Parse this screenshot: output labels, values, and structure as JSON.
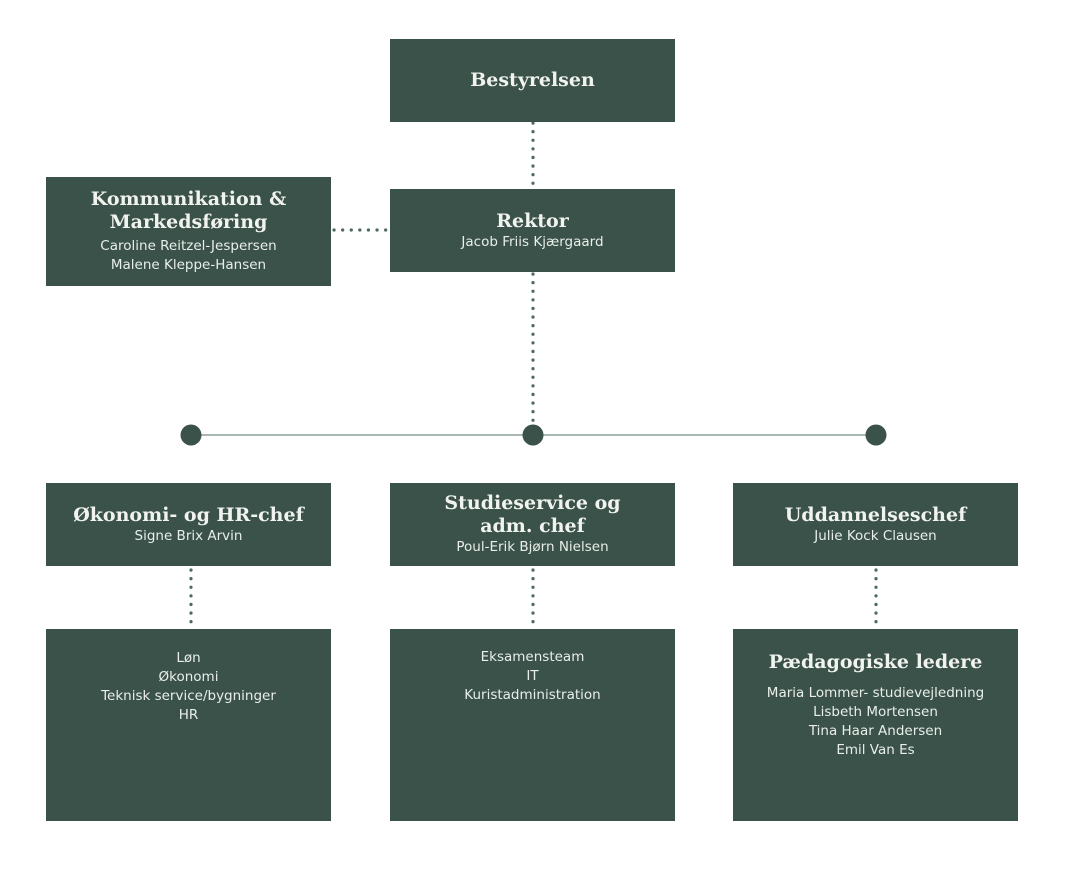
{
  "board": {
    "title": "Bestyrelsen"
  },
  "rector": {
    "title": "Rektor",
    "name": "Jacob Friis Kjærgaard"
  },
  "communication": {
    "title_line1": "Kommunikation &",
    "title_line2": "Markedsføring",
    "people": [
      "Caroline Reitzel-Jespersen",
      "Malene Kleppe-Hansen"
    ]
  },
  "departments": [
    {
      "title_lines": [
        "Økonomi- og HR-chef"
      ],
      "name": "Signe Brix Arvin",
      "sub": {
        "title": "",
        "items": [
          "Løn",
          "Økonomi",
          "Teknisk service/bygninger",
          "HR"
        ]
      }
    },
    {
      "title_lines": [
        "Studieservice og",
        "adm. chef"
      ],
      "name": "Poul-Erik Bjørn Nielsen",
      "sub": {
        "title": "",
        "items": [
          "Eksamensteam",
          "IT",
          "Kuristadministration"
        ]
      }
    },
    {
      "title_lines": [
        "Uddannelseschef"
      ],
      "name": "Julie Kock Clausen",
      "sub": {
        "title": "Pædagogiske ledere",
        "items": [
          "Maria Lommer- studievejledning",
          "Lisbeth Mortensen",
          "Tina Haar Andersen",
          "Emil Van Es"
        ]
      }
    }
  ],
  "colors": {
    "box": "#3a5249",
    "text": "#f1f3ef",
    "connector": "#4d6a60",
    "branch_line": "#8e9e97"
  }
}
